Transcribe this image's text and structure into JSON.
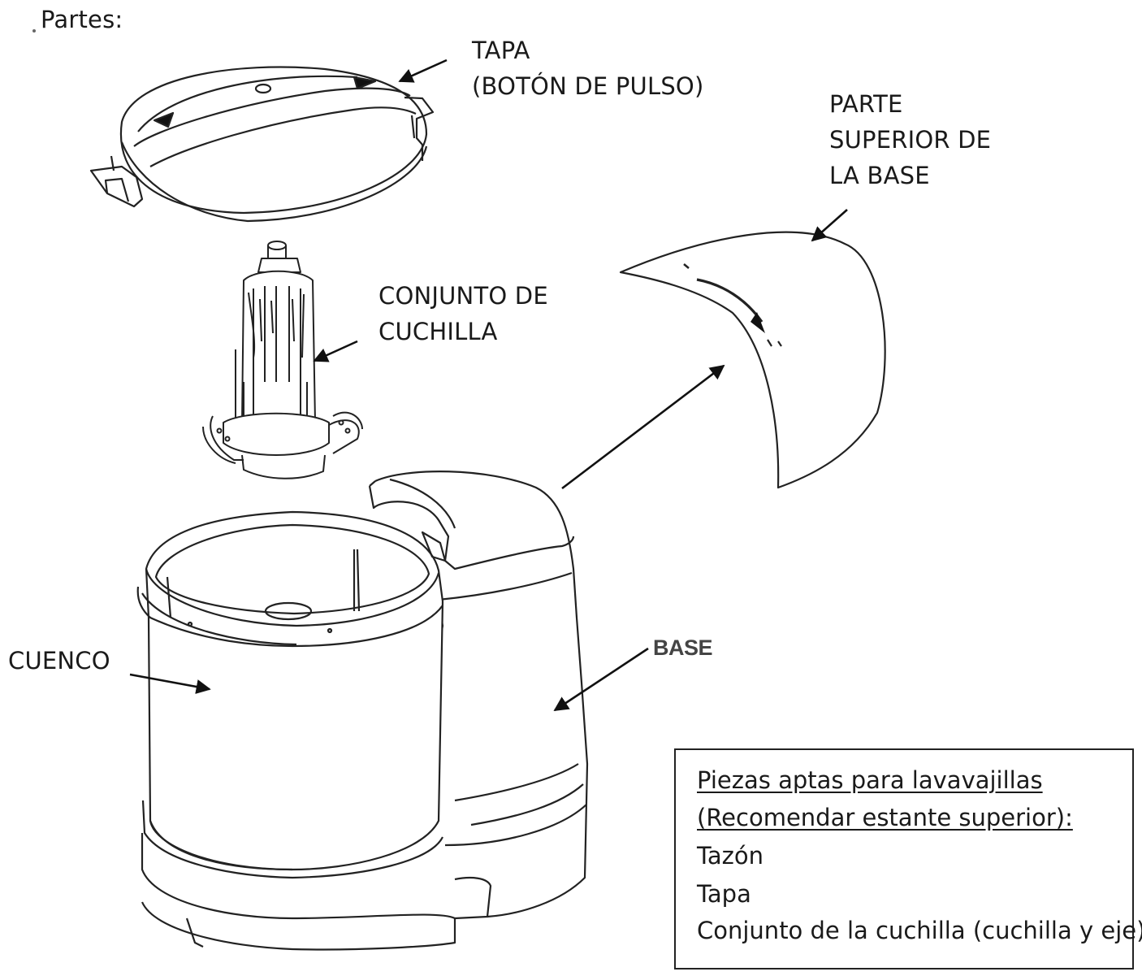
{
  "header": {
    "title": "Partes:"
  },
  "labels": {
    "tapa": [
      "TAPA",
      "(BOTÓN DE PULSO)"
    ],
    "parte_superior": [
      "PARTE",
      "SUPERIOR DE",
      "LA BASE"
    ],
    "conjunto": [
      "CONJUNTO DE",
      "CUCHILLA"
    ],
    "cuenco": "CUENCO",
    "base": "BASE"
  },
  "dishwasher_box": {
    "heading_line1": "Piezas aptas para lavavajillas",
    "heading_line2": "(Recomendar estante superior):",
    "items": [
      "Tazón",
      "Tapa",
      "Conjunto de la cuchilla (cuchilla y eje)"
    ]
  }
}
